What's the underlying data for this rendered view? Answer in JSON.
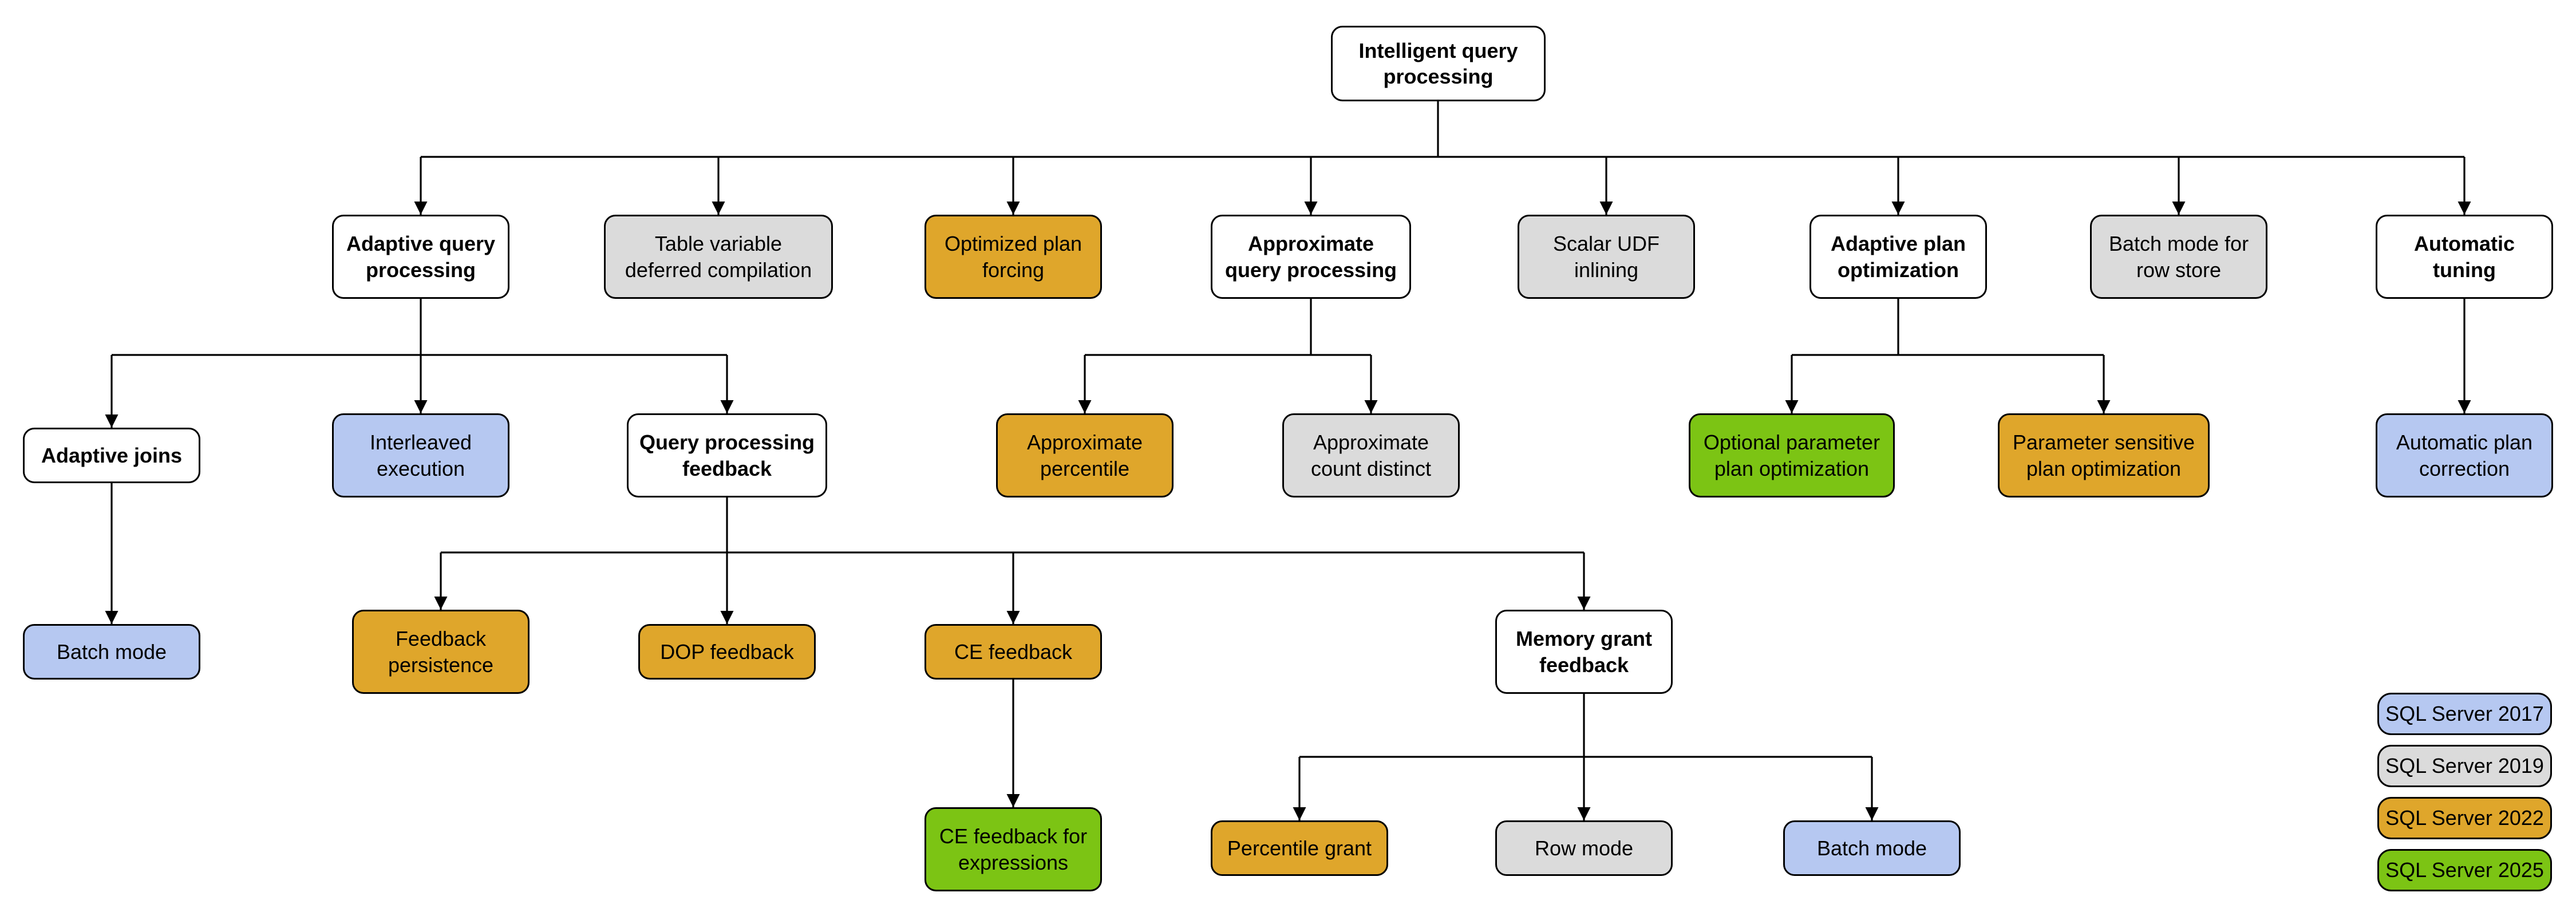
{
  "colors": {
    "background": "#FFFFFF",
    "border": "#000000",
    "node_fill_default": "#FFFFFF",
    "sql_2017_blue": "#B6C8F1",
    "sql_2019_gray": "#DBDBDB",
    "sql_2022_gold": "#DFA62B",
    "sql_2025_green": "#7CC414"
  },
  "nodes": {
    "intelligent-query-processing": {
      "label": "Intelligent query\nprocessing",
      "version": null
    },
    "adaptive-query-processing": {
      "label": "Adaptive query\nprocessing",
      "version": null
    },
    "table-variable-deferred-compilation": {
      "label": "Table variable\ndeferred compilation",
      "version": "SQL Server 2019"
    },
    "optimized-plan-forcing": {
      "label": "Optimized plan\nforcing",
      "version": "SQL Server 2022"
    },
    "approximate-query-processing": {
      "label": "Approximate\nquery processing",
      "version": null
    },
    "scalar-udf-inlining": {
      "label": "Scalar UDF\ninlining",
      "version": "SQL Server 2019"
    },
    "adaptive-plan-optimization": {
      "label": "Adaptive plan\noptimization",
      "version": null
    },
    "batch-mode-for-row-store": {
      "label": "Batch mode for\nrow store",
      "version": "SQL Server 2019"
    },
    "automatic-tuning": {
      "label": "Automatic\ntuning",
      "version": null
    },
    "adaptive-joins": {
      "label": "Adaptive joins",
      "version": null
    },
    "interleaved-execution": {
      "label": "Interleaved\nexecution",
      "version": "SQL Server 2017"
    },
    "query-processing-feedback": {
      "label": "Query processing\nfeedback",
      "version": null
    },
    "approximate-percentile": {
      "label": "Approximate\npercentile",
      "version": "SQL Server 2022"
    },
    "approximate-count-distinct": {
      "label": "Approximate\ncount distinct",
      "version": "SQL Server 2019"
    },
    "optional-parameter-plan-optimization": {
      "label": "Optional parameter\nplan optimization",
      "version": "SQL Server 2025"
    },
    "parameter-sensitive-plan-optimization": {
      "label": "Parameter sensitive\nplan optimization",
      "version": "SQL Server 2022"
    },
    "automatic-plan-correction": {
      "label": "Automatic plan\ncorrection",
      "version": "SQL Server 2017"
    },
    "batch-mode-adaptive-joins": {
      "label": "Batch mode",
      "version": "SQL Server 2017"
    },
    "feedback-persistence": {
      "label": "Feedback\npersistence",
      "version": "SQL Server 2022"
    },
    "dop-feedback": {
      "label": "DOP feedback",
      "version": "SQL Server 2022"
    },
    "ce-feedback": {
      "label": "CE feedback",
      "version": "SQL Server 2022"
    },
    "memory-grant-feedback": {
      "label": "Memory grant\nfeedback",
      "version": null
    },
    "ce-feedback-for-expressions": {
      "label": "CE feedback for\nexpressions",
      "version": "SQL Server 2025"
    },
    "percentile-grant": {
      "label": "Percentile grant",
      "version": "SQL Server 2022"
    },
    "row-mode": {
      "label": "Row mode",
      "version": "SQL Server 2019"
    },
    "batch-mode-memory-grant": {
      "label": "Batch mode",
      "version": "SQL Server 2017"
    }
  },
  "hierarchy": {
    "intelligent-query-processing": [
      "adaptive-query-processing",
      "table-variable-deferred-compilation",
      "optimized-plan-forcing",
      "approximate-query-processing",
      "scalar-udf-inlining",
      "adaptive-plan-optimization",
      "batch-mode-for-row-store",
      "automatic-tuning"
    ],
    "adaptive-query-processing": [
      "adaptive-joins",
      "interleaved-execution",
      "query-processing-feedback"
    ],
    "approximate-query-processing": [
      "approximate-percentile",
      "approximate-count-distinct"
    ],
    "adaptive-plan-optimization": [
      "optional-parameter-plan-optimization",
      "parameter-sensitive-plan-optimization"
    ],
    "automatic-tuning": [
      "automatic-plan-correction"
    ],
    "adaptive-joins": [
      "batch-mode-adaptive-joins"
    ],
    "query-processing-feedback": [
      "feedback-persistence",
      "dop-feedback",
      "ce-feedback",
      "memory-grant-feedback"
    ],
    "ce-feedback": [
      "ce-feedback-for-expressions"
    ],
    "memory-grant-feedback": [
      "percentile-grant",
      "row-mode",
      "batch-mode-memory-grant"
    ]
  },
  "legend": {
    "items": [
      {
        "label": "SQL Server 2017",
        "color": "#B6C8F1"
      },
      {
        "label": "SQL Server 2019",
        "color": "#DBDBDB"
      },
      {
        "label": "SQL Server 2022",
        "color": "#DFA62B"
      },
      {
        "label": "SQL Server 2025",
        "color": "#7CC414"
      }
    ]
  }
}
